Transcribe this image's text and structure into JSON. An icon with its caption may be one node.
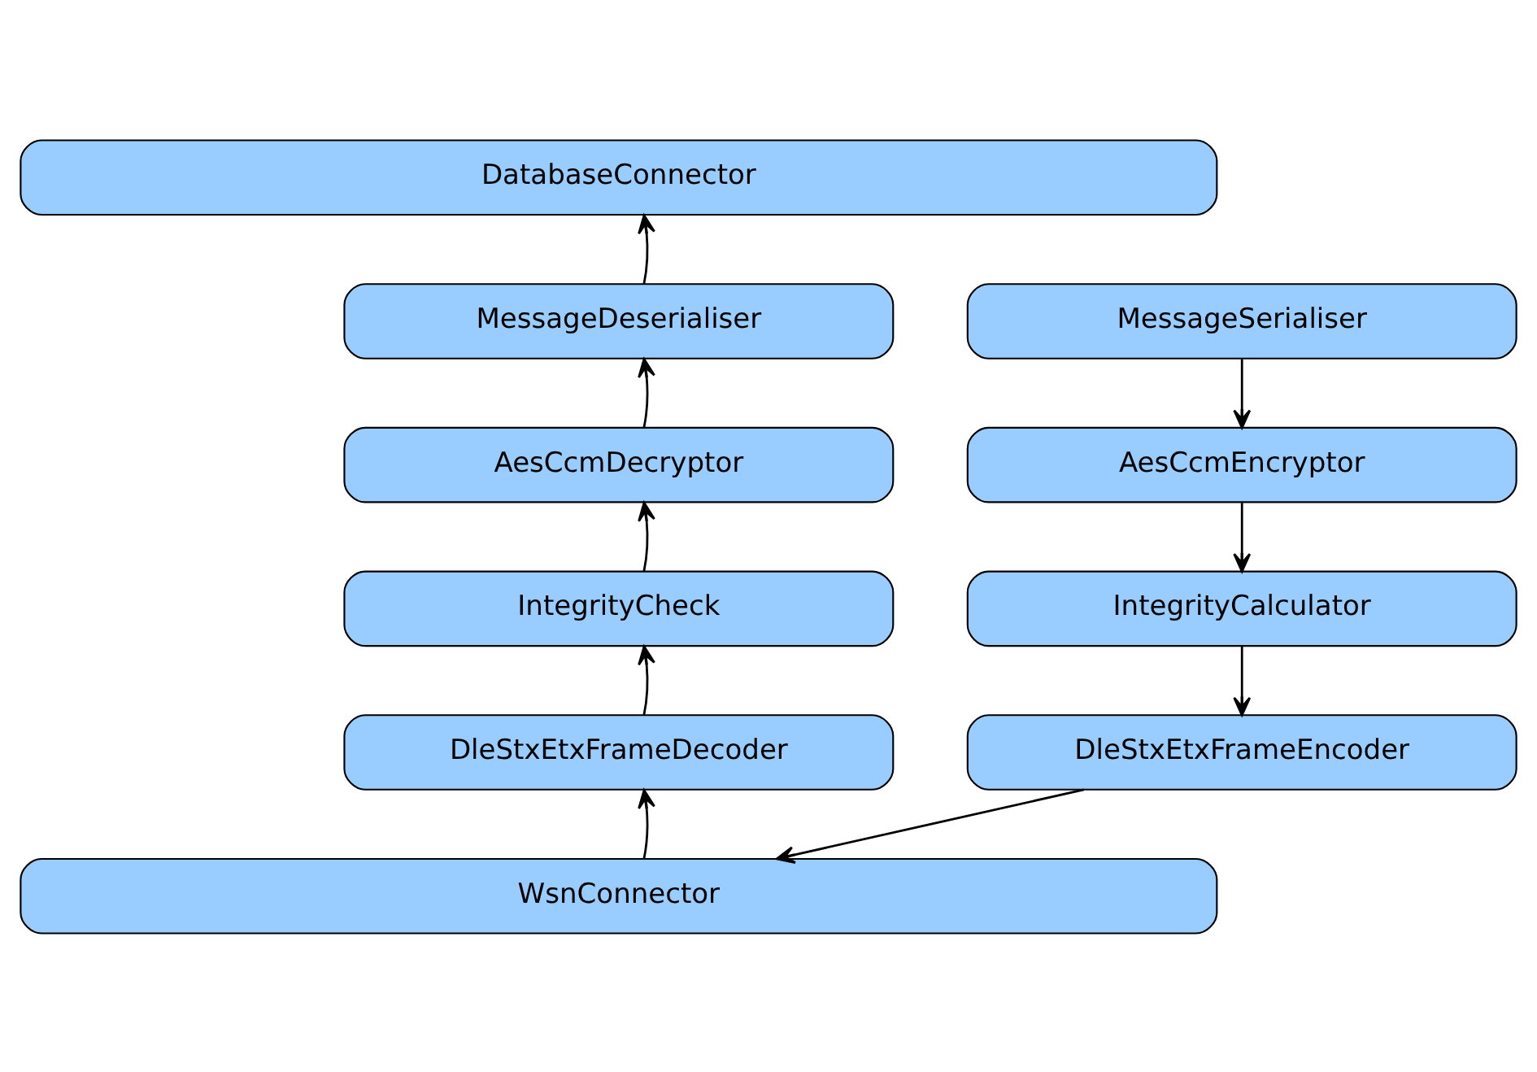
{
  "diagram": {
    "nodes": [
      {
        "text": [
          "DatabaseConnector"
        ]
      },
      {
        "text": [
          "MessageDeserialiser"
        ]
      },
      {
        "text": [
          "MessageSerialiser"
        ]
      },
      {
        "text": [
          "AesCcmDecryptor"
        ]
      },
      {
        "text": [
          "AesCcmEncryptor"
        ]
      },
      {
        "text": [
          "IntegrityCheck"
        ]
      },
      {
        "text": [
          "IntegrityCalculator"
        ]
      },
      {
        "text": [
          "DleStxEtxFrameDecoder"
        ]
      },
      {
        "text": [
          "DleStxEtxFrameEncoder"
        ]
      },
      {
        "text": [
          "WsnConnector"
        ]
      }
    ],
    "edges": [
      {
        "from": 1,
        "to": 0,
        "arrow": "to"
      },
      {
        "from": 3,
        "to": 1,
        "arrow": "to"
      },
      {
        "from": 5,
        "to": 3,
        "arrow": "to"
      },
      {
        "from": 7,
        "to": 5,
        "arrow": "to"
      },
      {
        "from": 9,
        "to": 7,
        "arrow": "to"
      },
      {
        "from": 2,
        "to": 4,
        "arrow": "to"
      },
      {
        "from": 4,
        "to": 6,
        "arrow": "to"
      },
      {
        "from": 6,
        "to": 8,
        "arrow": "to"
      },
      {
        "from": 8,
        "to": 9,
        "arrow": "to"
      }
    ]
  }
}
